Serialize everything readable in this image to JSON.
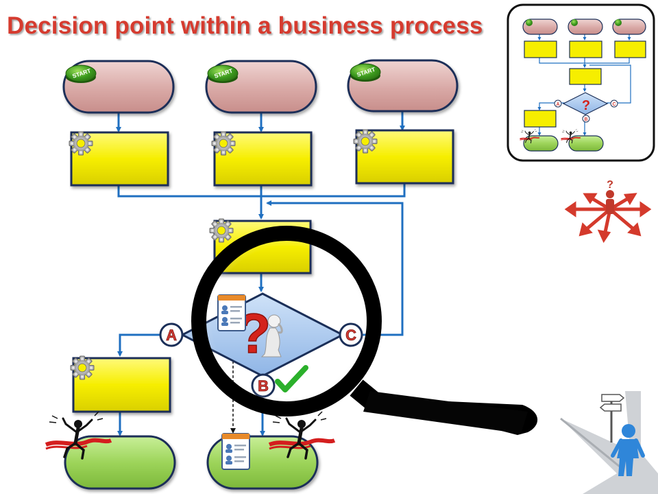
{
  "title": "Decision point within a business process",
  "start_label": "START",
  "branch_labels": {
    "a": "A",
    "b": "B",
    "c": "C"
  },
  "decision_mark": "?",
  "colors": {
    "title": "#d63b2f",
    "connector": "#1f6fc0",
    "start_fill": "#dcb2b0",
    "task_fill": "#f7ef00",
    "end_fill": "#9dd45a",
    "decision_fill": "#a7c7ef",
    "branch_badge": "#d23b33",
    "check": "#2bb02b"
  },
  "icons": [
    "start-button-icon",
    "gear-icon",
    "document-icon",
    "thinking-person-icon",
    "question-mark-icon",
    "checkmark-icon",
    "magnifying-glass-icon",
    "finish-runner-icon",
    "arrows-question-person-icon",
    "crossroads-person-icon",
    "signpost-icon"
  ]
}
